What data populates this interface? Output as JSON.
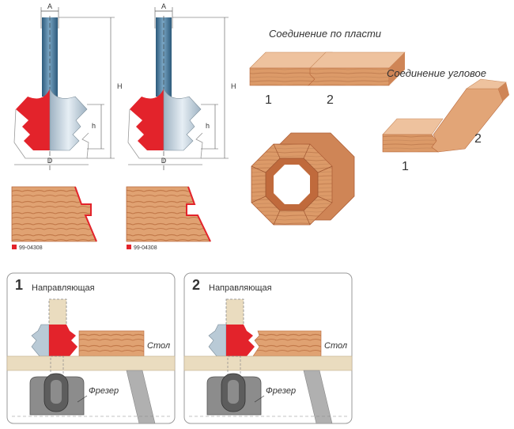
{
  "dimensions": {
    "A": "A",
    "H": "H",
    "h": "h",
    "D": "D"
  },
  "titles": {
    "face_joint": "Соединение по пласти",
    "corner_joint": "Соединение угловое"
  },
  "part_numbers": {
    "face_1": "1",
    "face_2": "2",
    "corner_1": "1",
    "corner_2": "2"
  },
  "profile_codes": {
    "left": "99-04308",
    "right": "99-04308"
  },
  "setup_panels": [
    {
      "number": "1",
      "guide": "Направляющая",
      "table": "Стол",
      "router": "Фрезер"
    },
    {
      "number": "2",
      "guide": "Направляющая",
      "table": "Стол",
      "router": "Фрезер"
    }
  ],
  "colors": {
    "cutter_red": "#e3232b",
    "shank_blue": "#3e6f93",
    "wood_light": "#e7a778",
    "wood_mid": "#d5875a",
    "wood_dark": "#b9683f",
    "table_beige": "#eadcbf",
    "bearing_grey": "#8c8c8c"
  }
}
